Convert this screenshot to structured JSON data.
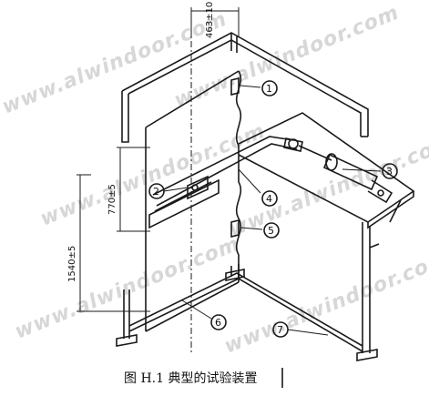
{
  "watermark": "www.alwindoor.com",
  "dimensions": {
    "d1": "463±10",
    "d2": "770±5",
    "d3": "1540±5"
  },
  "callouts": [
    "1",
    "2",
    "3",
    "4",
    "5",
    "6",
    "7"
  ],
  "caption": "图 H.1  典型的试验装置"
}
